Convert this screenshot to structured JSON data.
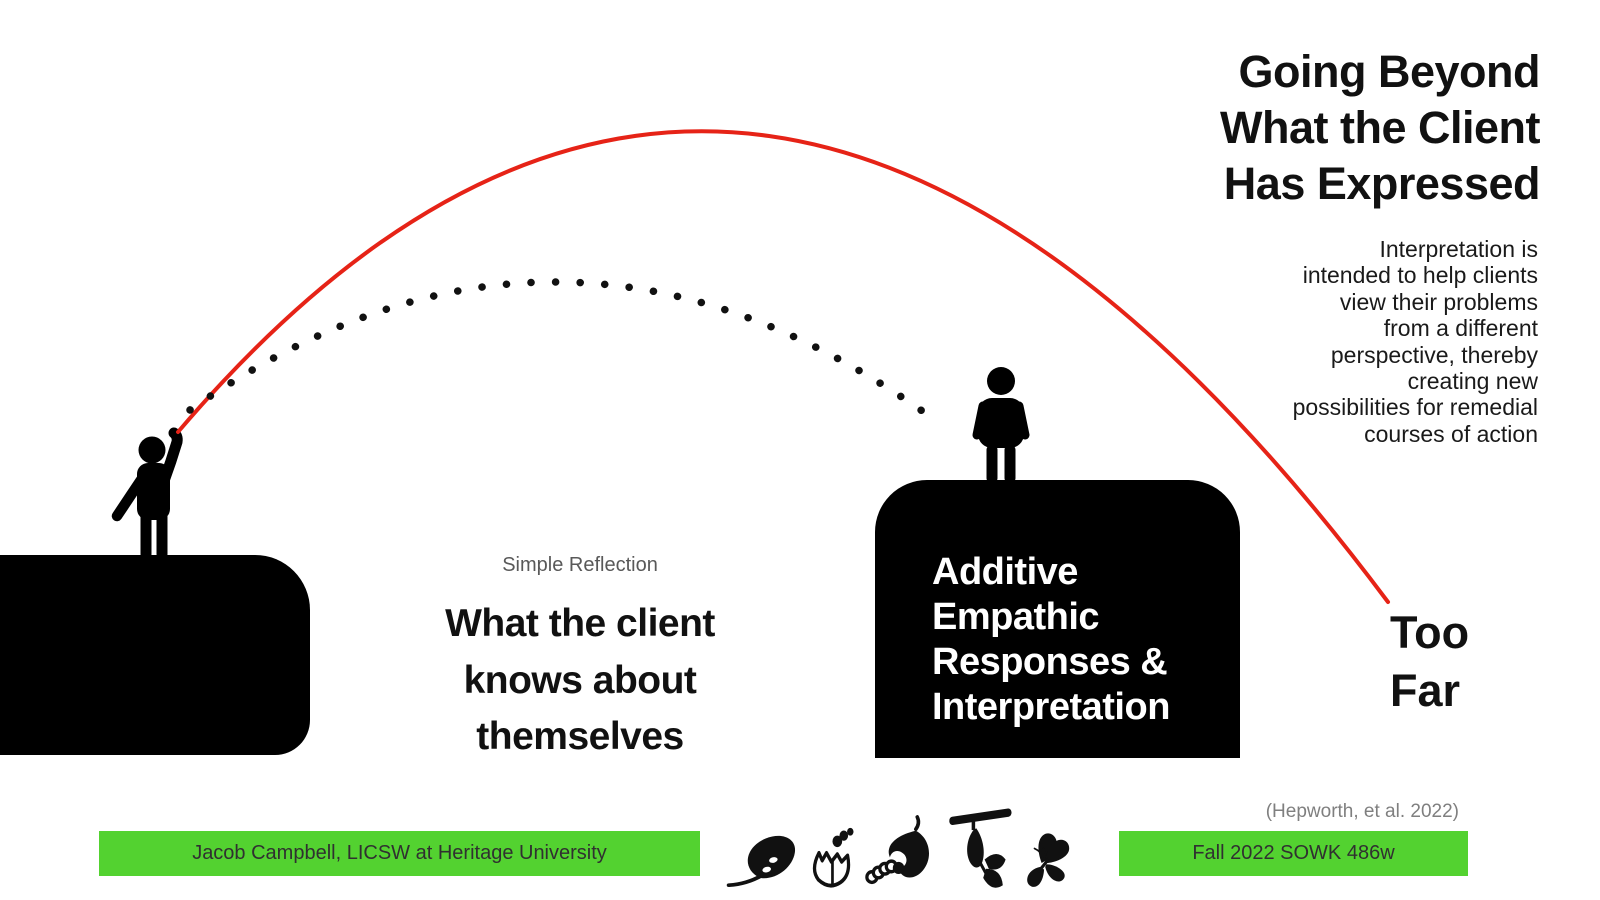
{
  "header": {
    "title": "Going Beyond\nWhat the Client\nHas Expressed",
    "description": "Interpretation is\nintended to help clients\nview their problems\nfrom a different\nperspective, thereby\ncreating new\npossibilities for remedial\ncourses of action"
  },
  "diagram": {
    "simple_reflection_label": "Simple Reflection",
    "client_knowledge_text": "What the client\nknows about\nthemselves",
    "additive_block_text": "Additive\nEmpathic\nResponses &\nInterpretation",
    "too_far_label": "Too\nFar",
    "left_figure_icon": "person-waving-icon",
    "right_figure_icon": "person-standing-icon"
  },
  "footer": {
    "citation": "(Hepworth, et al. 2022)",
    "left_badge": "Jacob Campbell, LICSW at Heritage University",
    "right_badge": "Fall 2022 SOWK 486w",
    "lifecycle_icons": [
      "leaf-with-eggs-icon",
      "hatching-egg-icon",
      "caterpillar-eating-leaf-icon",
      "chrysalis-with-butterfly-icon",
      "butterfly-icon"
    ]
  },
  "colors": {
    "accent_green": "#53d230",
    "arc_red": "#e62317",
    "block_black": "#000000",
    "label_gray": "#595959",
    "citation_gray": "#7f7f7f"
  }
}
